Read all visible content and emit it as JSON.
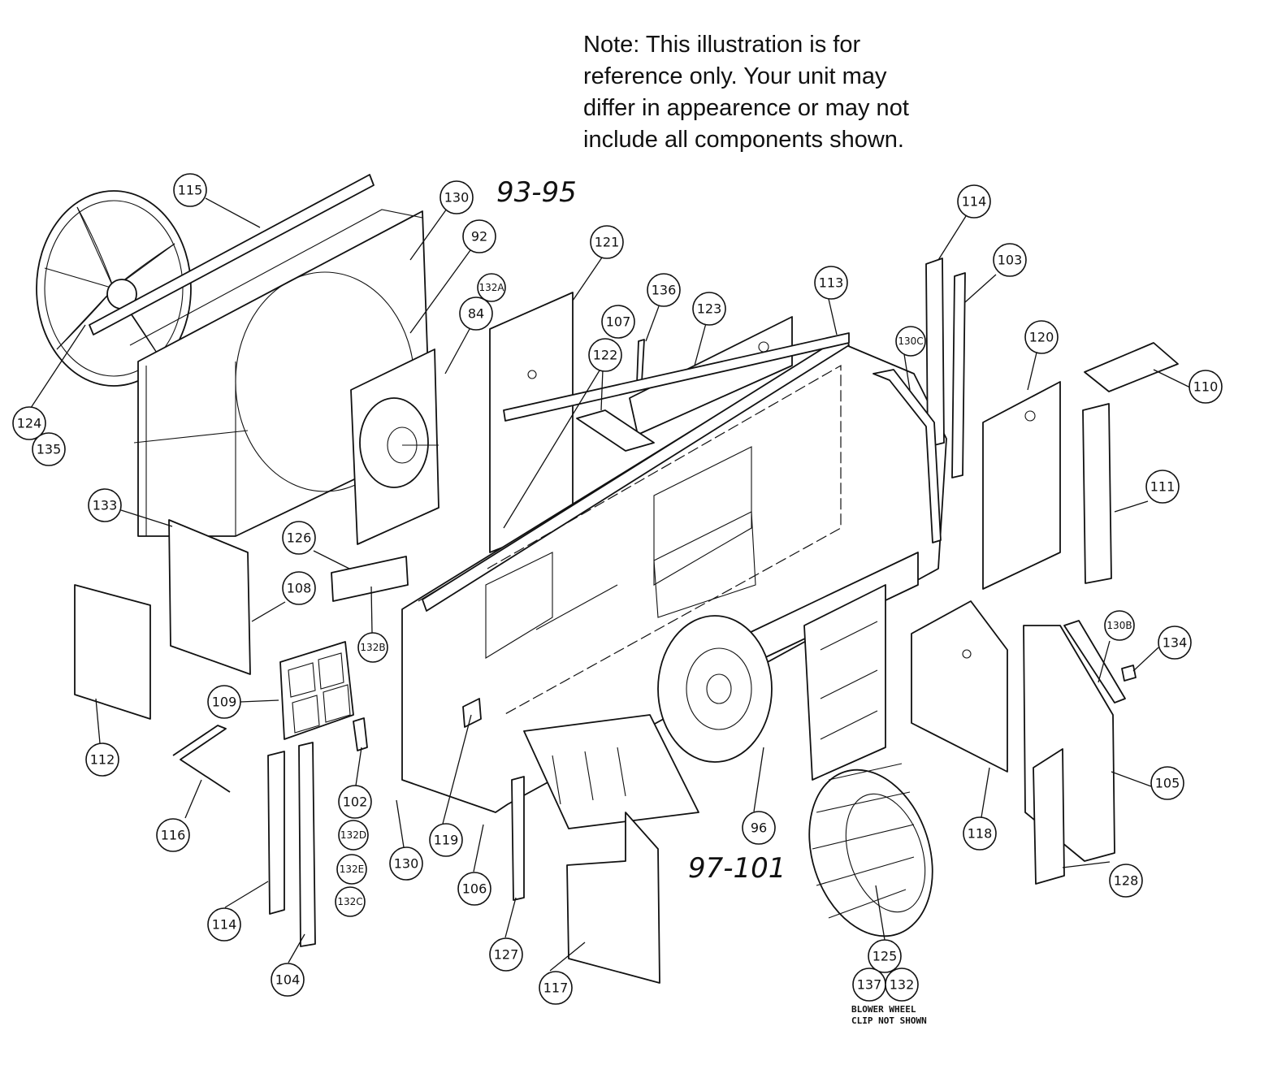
{
  "note": {
    "lines": [
      "Note: This illustration is for",
      "reference only. Your unit may",
      "differ in appearence or may not",
      "include all components shown."
    ]
  },
  "handwritten": {
    "range_top": "93-95",
    "range_bottom": "97-101"
  },
  "caption": {
    "line1": "BLOWER WHEEL",
    "line2": "CLIP NOT SHOWN"
  },
  "callouts": {
    "c115": "115",
    "c130a": "130",
    "c92": "92",
    "c132a": "132A",
    "c84": "84",
    "c121": "121",
    "c136": "136",
    "c123": "123",
    "c107": "107",
    "c122": "122",
    "c113": "113",
    "c114a": "114",
    "c103": "103",
    "c130c": "130C",
    "c120": "120",
    "c110": "110",
    "c111": "111",
    "c124": "124",
    "c135": "135",
    "c133": "133",
    "c126": "126",
    "c108": "108",
    "c132b": "132B",
    "c112": "112",
    "c109": "109",
    "c116": "116",
    "c102": "102",
    "c132d": "132D",
    "c132e": "132E",
    "c132c": "132C",
    "c114b": "114",
    "c104": "104",
    "c130b": "130",
    "c119": "119",
    "c106": "106",
    "c127": "127",
    "c117": "117",
    "c96": "96",
    "c125": "125",
    "c137": "137",
    "c132": "132",
    "c118": "118",
    "c130bb": "130B",
    "c134": "134",
    "c105": "105",
    "c128": "128"
  }
}
